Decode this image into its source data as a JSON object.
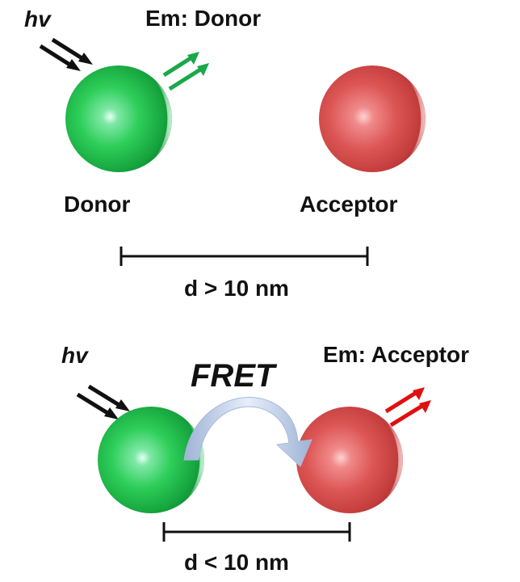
{
  "top_panel": {
    "hv_label": "hv",
    "emission_label": "Em: Donor",
    "donor_label": "Donor",
    "acceptor_label": "Acceptor",
    "distance_label": "d > 10 nm"
  },
  "bottom_panel": {
    "hv_label": "hv",
    "fret_label": "FRET",
    "emission_label": "Em: Acceptor",
    "distance_label": "d < 10 nm"
  },
  "colors": {
    "donor": "#22c44a",
    "acceptor": "#d95050",
    "donor_emission_arrow": "#1aa84a",
    "acceptor_emission_arrow": "#e01010",
    "excitation_arrow": "#111111",
    "transfer_arrow": "#b8c8e2"
  },
  "icons": {
    "excitation": "double-arrow-icon",
    "emission": "double-arrow-icon",
    "transfer": "curved-arrow-icon"
  }
}
